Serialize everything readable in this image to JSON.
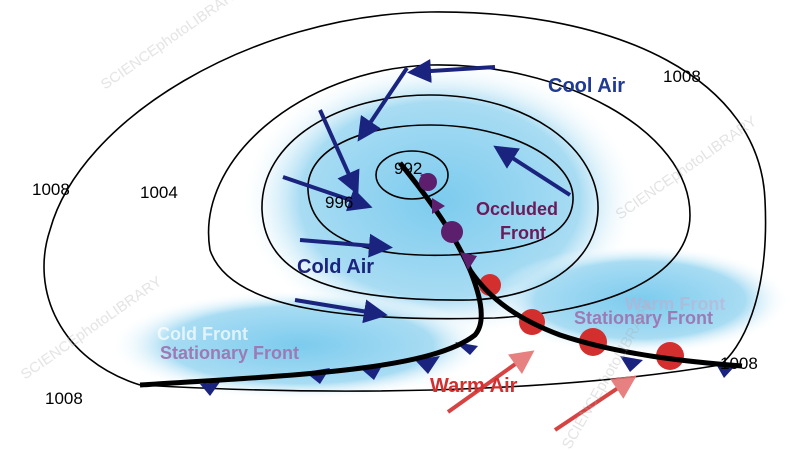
{
  "isobars": {
    "outer_left": "1008",
    "outer_top_right": "1008",
    "outer_bottom_left": "1008",
    "outer_right": "1008",
    "second": "1004",
    "inner": "996",
    "center": "992"
  },
  "labels": {
    "cool_air": "Cool Air",
    "cold_air": "Cold Air",
    "warm_air": "Warm Air",
    "occluded_front_line1": "Occluded",
    "occluded_front_line2": "Front",
    "stationary_front_left": "Stationary Front",
    "stationary_front_right": "Stationary Front",
    "cold_front_faded": "Cold Front",
    "warm_front_faded": "Warm Front"
  },
  "watermark": "SCIENCEphotoLIBRARY",
  "colors": {
    "cold_air_arrow": "#1a237e",
    "warm_air_arrow": "#d32f2f",
    "occluded": "#5b1f6e",
    "stationary_text": "#9c7bb5",
    "shading": "#8fd3f0"
  }
}
